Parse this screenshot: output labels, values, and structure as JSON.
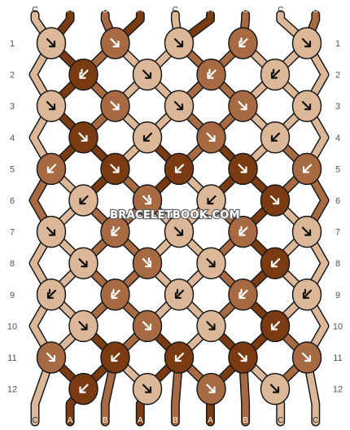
{
  "pattern": {
    "watermark": "BRACELETBOOK.COM",
    "strings_top": [
      "C",
      "A",
      "B",
      "A",
      "C",
      "A",
      "B",
      "C",
      "B"
    ],
    "strings_bottom": [
      "C",
      "A",
      "B",
      "A",
      "B",
      "A",
      "B",
      "C",
      "C"
    ],
    "row_labels": [
      "1",
      "2",
      "3",
      "4",
      "5",
      "6",
      "7",
      "8",
      "9",
      "10",
      "11",
      "12"
    ],
    "colors": {
      "A": "#7a3b12",
      "B": "#a86a43",
      "C": "#dcb899",
      "outline": "#1a1a1a",
      "arrow": "#ffffff",
      "label": "#555555"
    },
    "knots": [
      [
        {
          "c": "C",
          "d": "f"
        },
        {
          "c": "B",
          "d": "f"
        },
        {
          "c": "C",
          "d": "f"
        },
        {
          "c": "B",
          "d": "bf"
        },
        {
          "c": "C",
          "d": "f"
        }
      ],
      [
        {
          "c": "A",
          "d": "bf"
        },
        {
          "c": "C",
          "d": "f"
        },
        {
          "c": "B",
          "d": "bf"
        },
        {
          "c": "C",
          "d": "bf"
        }
      ],
      [
        {
          "c": "C",
          "d": "f"
        },
        {
          "c": "B",
          "d": "f"
        },
        {
          "c": "C",
          "d": "f"
        },
        {
          "c": "B",
          "d": "f"
        },
        {
          "c": "C",
          "d": "f"
        }
      ],
      [
        {
          "c": "A",
          "d": "f"
        },
        {
          "c": "C",
          "d": "b"
        },
        {
          "c": "B",
          "d": "f"
        },
        {
          "c": "C",
          "d": "b"
        }
      ],
      [
        {
          "c": "B",
          "d": "b"
        },
        {
          "c": "A",
          "d": "f"
        },
        {
          "c": "A",
          "d": "b"
        },
        {
          "c": "A",
          "d": "f"
        },
        {
          "c": "B",
          "d": "b"
        }
      ],
      [
        {
          "c": "C",
          "d": "b"
        },
        {
          "c": "B",
          "d": "fb"
        },
        {
          "c": "C",
          "d": "b"
        },
        {
          "c": "A",
          "d": "f"
        }
      ],
      [
        {
          "c": "C",
          "d": "f"
        },
        {
          "c": "B",
          "d": "bf"
        },
        {
          "c": "C",
          "d": "f"
        },
        {
          "c": "B",
          "d": "bf"
        },
        {
          "c": "C",
          "d": "f"
        }
      ],
      [
        {
          "c": "C",
          "d": "f"
        },
        {
          "c": "B",
          "d": "fb"
        },
        {
          "c": "C",
          "d": "f"
        },
        {
          "c": "A",
          "d": "b"
        }
      ],
      [
        {
          "c": "C",
          "d": "bf"
        },
        {
          "c": "B",
          "d": "bf"
        },
        {
          "c": "C",
          "d": "bf"
        },
        {
          "c": "B",
          "d": "bf"
        },
        {
          "c": "C",
          "d": "bf"
        }
      ],
      [
        {
          "c": "C",
          "d": "f"
        },
        {
          "c": "B",
          "d": "f"
        },
        {
          "c": "C",
          "d": "f"
        },
        {
          "c": "A",
          "d": "b"
        }
      ],
      [
        {
          "c": "B",
          "d": "f"
        },
        {
          "c": "A",
          "d": "b"
        },
        {
          "c": "A",
          "d": "b"
        },
        {
          "c": "A",
          "d": "f"
        },
        {
          "c": "B",
          "d": "f"
        }
      ],
      [
        {
          "c": "A",
          "d": "b"
        },
        {
          "c": "C",
          "d": "f"
        },
        {
          "c": "B",
          "d": "f"
        },
        {
          "c": "C",
          "d": "f"
        }
      ]
    ]
  }
}
